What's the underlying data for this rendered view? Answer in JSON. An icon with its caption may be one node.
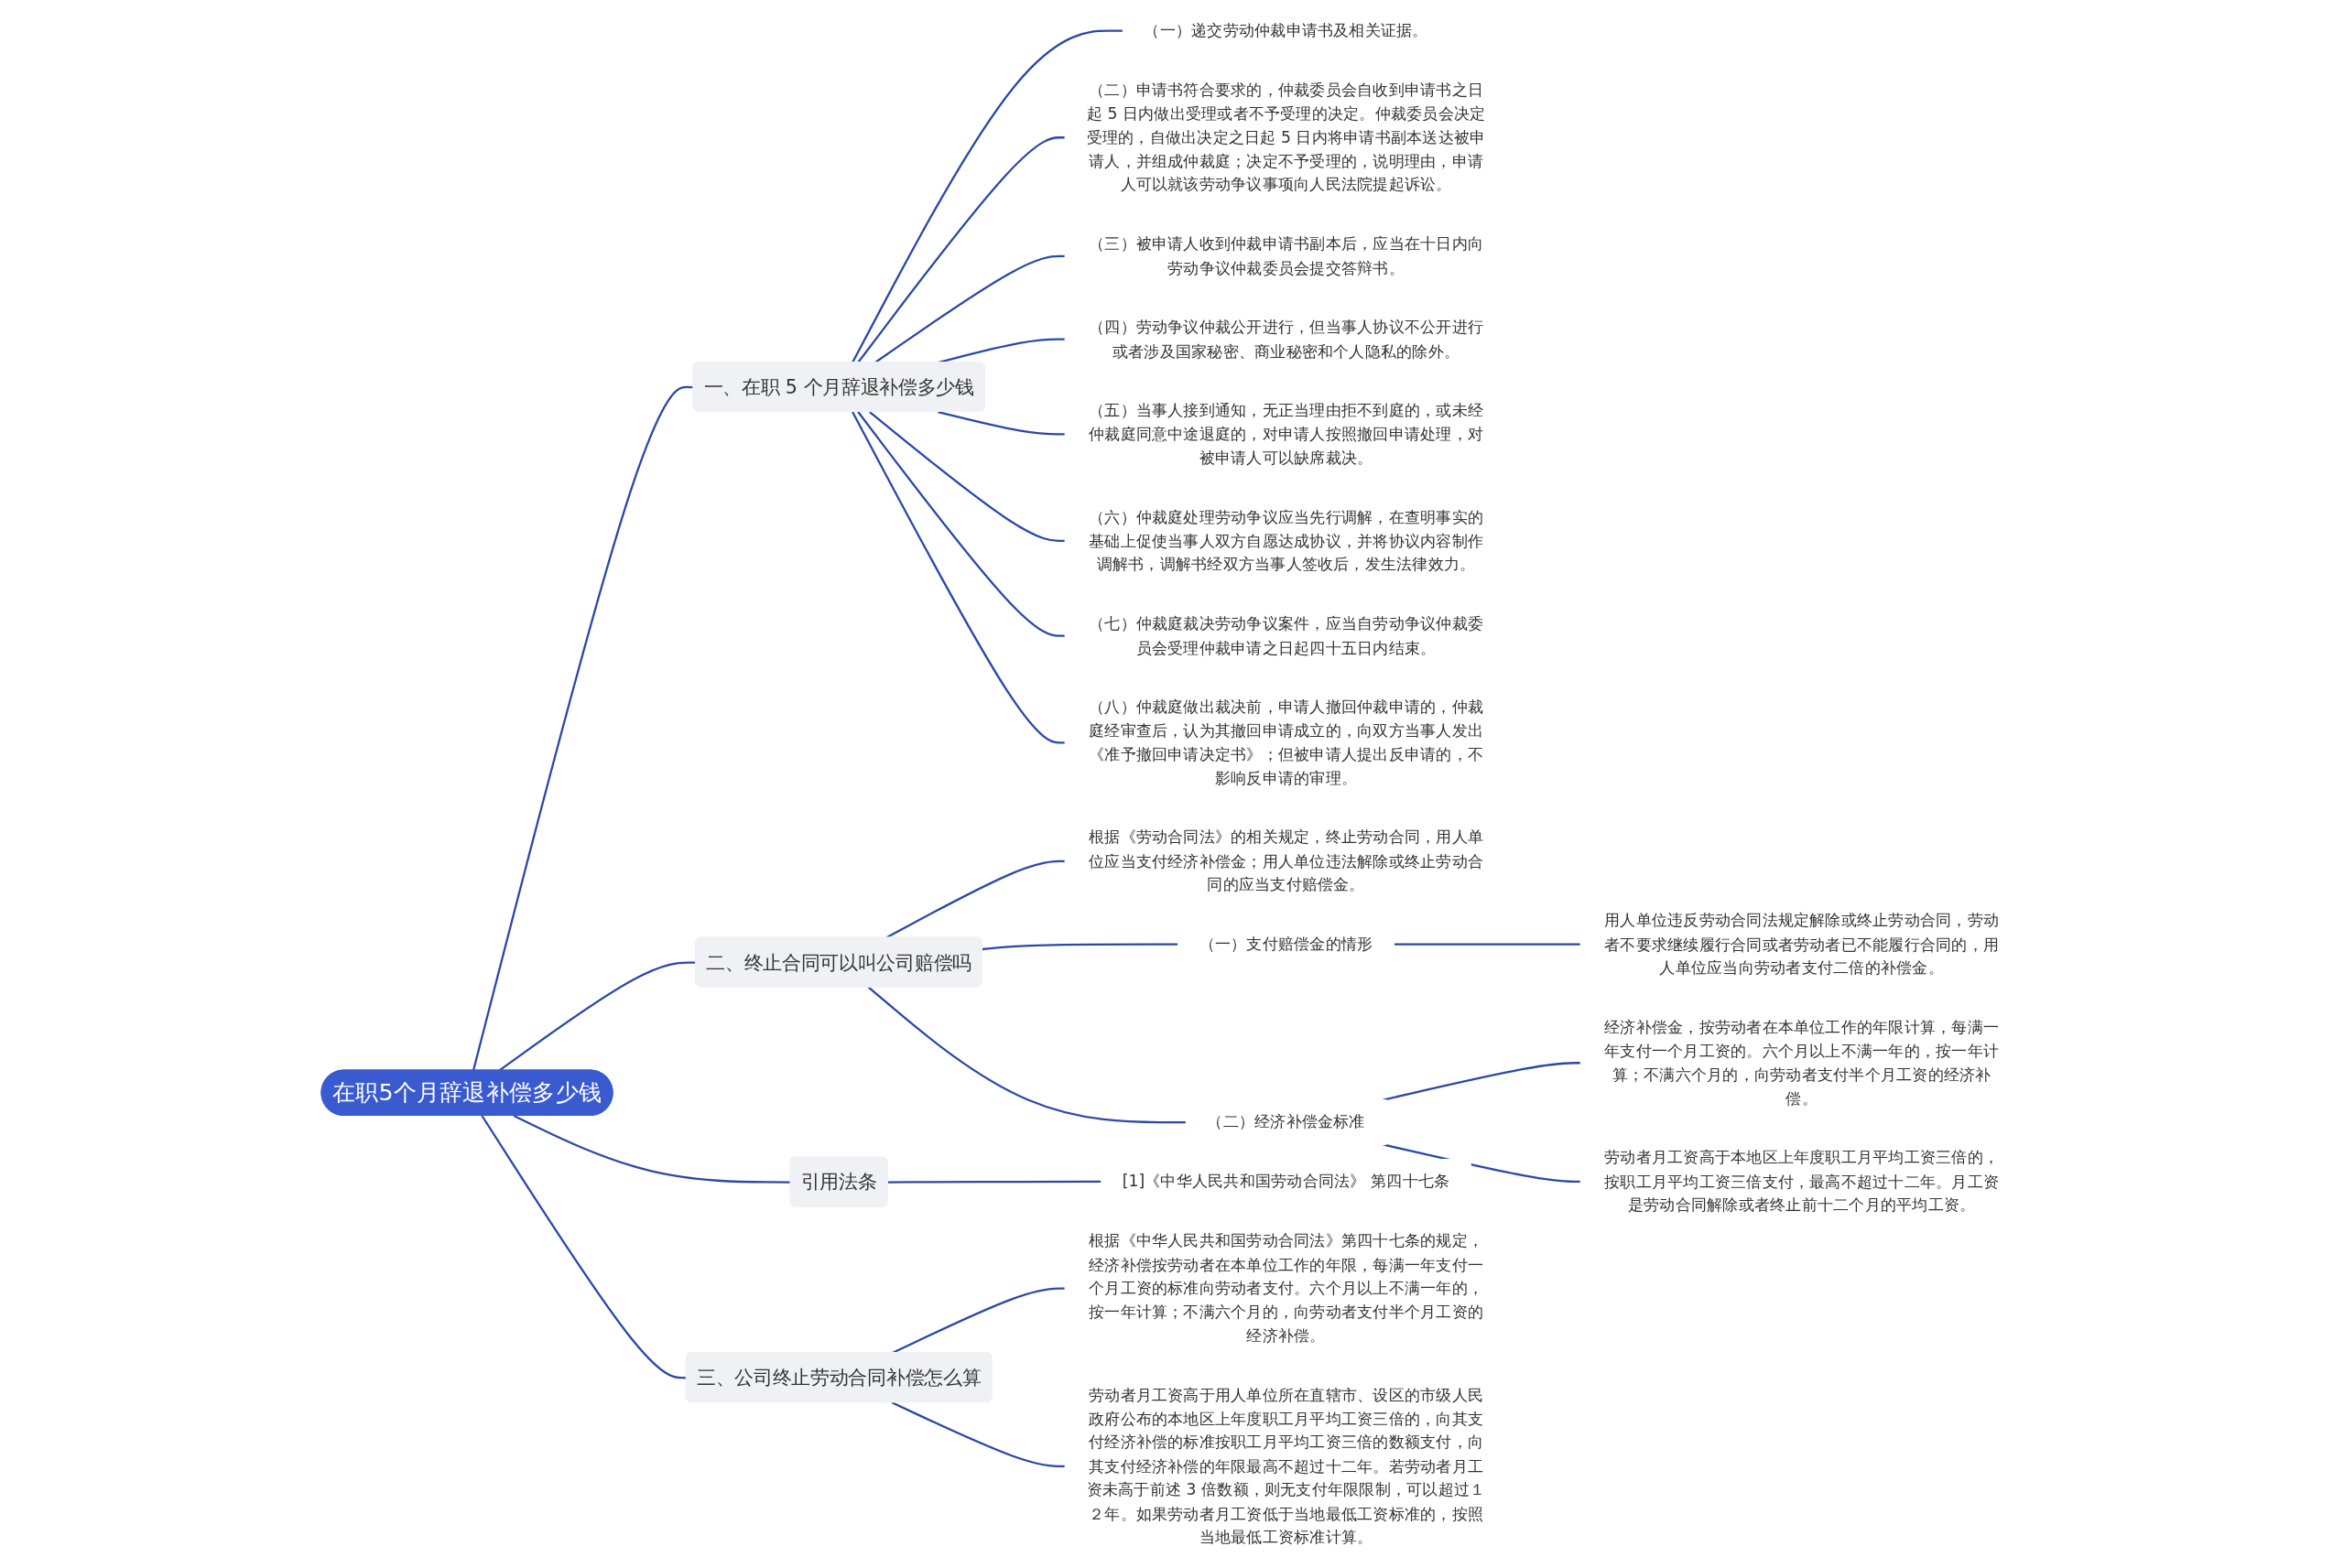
{
  "diagram": {
    "nodes": [
      {
        "text": [
          "在职5个月辞退补偿多少钱"
        ]
      },
      {
        "text": [
          "一、在职 5 个月辞退补偿多少钱"
        ]
      },
      {
        "text": [
          "（一）递交劳动仲裁申请书及相关证据。"
        ]
      },
      {
        "text": [
          "（二）申请书符合要求的，仲裁委员会自收到申请书之日起 5 日内做出受理或者不予受理的决定。仲裁委员会决定受理的，自做出决定之日起 5 日内将申请书副本送达被申请人，并组成仲裁庭；决定不予受理的，说明理由，申请人可以就该劳动争议事项向人民法院提起诉讼。"
        ]
      },
      {
        "text": [
          "（三）被申请人收到仲裁申请书副本后，应当在十日内向劳动争议仲裁委员会提交答辩书。"
        ]
      },
      {
        "text": [
          "（四）劳动争议仲裁公开进行，但当事人协议不公开进行或者涉及国家秘密、商业秘密和个人隐私的除外。"
        ]
      },
      {
        "text": [
          "（五）当事人接到通知，无正当理由拒不到庭的，或未经仲裁庭同意中途退庭的，对申请人按照撤回申请处理，对被申请人可以缺席裁决。"
        ]
      },
      {
        "text": [
          "（六）仲裁庭处理劳动争议应当先行调解，在查明事实的基础上促使当事人双方自愿达成协议，并将协议内容制作调解书，调解书经双方当事人签收后，发生法律效力。"
        ]
      },
      {
        "text": [
          "（七）仲裁庭裁决劳动争议案件，应当自劳动争议仲裁委员会受理仲裁申请之日起四十五日内结束。"
        ]
      },
      {
        "text": [
          "（八）仲裁庭做出裁决前，申请人撤回仲裁申请的，仲裁庭经审查后，认为其撤回申请成立的，向双方当事人发出《准予撤回申请决定书》；但被申请人提出反申请的，不影响反申请的审理。"
        ]
      },
      {
        "text": [
          "二、终止合同可以叫公司赔偿吗"
        ]
      },
      {
        "text": [
          "根据《劳动合同法》的相关规定，终止劳动合同，用人单位应当支付经济补偿金；用人单位违法解除或终止劳动合同的应当支付赔偿金。"
        ]
      },
      {
        "text": [
          "（一）支付赔偿金的情形"
        ]
      },
      {
        "text": [
          "用人单位违反劳动合同法规定解除或终止劳动合同，劳动者不要求继续履行合同或者劳动者已不能履行合同的，用人单位应当向劳动者支付二倍的补偿金。"
        ]
      },
      {
        "text": [
          "（二）经济补偿金标准"
        ]
      },
      {
        "text": [
          "经济补偿金，按劳动者在本单位工作的年限计算，每满一年支付一个月工资的。六个月以上不满一年的，按一年计算；不满六个月的，向劳动者支付半个月工资的经济补偿。"
        ]
      },
      {
        "text": [
          "劳动者月工资高于本地区上年度职工月平均工资三倍的，按职工月平均工资三倍支付，最高不超过十二年。月工资是劳动合同解除或者终止前十二个月的平均工资。"
        ]
      },
      {
        "text": [
          "引用法条"
        ]
      },
      {
        "text": [
          "[1]《中华人民共和国劳动合同法》 第四十七条"
        ]
      },
      {
        "text": [
          "三、公司终止劳动合同补偿怎么算"
        ]
      },
      {
        "text": [
          "根据《中华人民共和国劳动合同法》第四十七条的规定，经济补偿按劳动者在本单位工作的年限，每满一年支付一个月工资的标准向劳动者支付。六个月以上不满一年的，按一年计算；不满六个月的，向劳动者支付半个月工资的经济补偿。"
        ]
      },
      {
        "text": [
          "劳动者月工资高于用人单位所在直辖市、设区的市级人民政府公布的本地区上年度职工月平均工资三倍的，向其支付经济补偿的标准按职工月平均工资三倍的数额支付，向其支付经济补偿的年限最高不超过十二年。若劳动者月工资未高于前述 3 倍数额，则无支付年限限制，可以超过１２年。如果劳动者月工资低于当地最低工资标准的，按照当地最低工资标准计算。"
        ]
      }
    ],
    "edges": [
      {
        "from": 0,
        "to": 1,
        "arrow": "none"
      },
      {
        "from": 1,
        "to": 2,
        "arrow": "none"
      },
      {
        "from": 1,
        "to": 3,
        "arrow": "none"
      },
      {
        "from": 1,
        "to": 4,
        "arrow": "none"
      },
      {
        "from": 1,
        "to": 5,
        "arrow": "none"
      },
      {
        "from": 1,
        "to": 6,
        "arrow": "none"
      },
      {
        "from": 1,
        "to": 7,
        "arrow": "none"
      },
      {
        "from": 1,
        "to": 8,
        "arrow": "none"
      },
      {
        "from": 1,
        "to": 9,
        "arrow": "none"
      },
      {
        "from": 0,
        "to": 10,
        "arrow": "none"
      },
      {
        "from": 10,
        "to": 11,
        "arrow": "none"
      },
      {
        "from": 10,
        "to": 12,
        "arrow": "none"
      },
      {
        "from": 12,
        "to": 13,
        "arrow": "none"
      },
      {
        "from": 10,
        "to": 14,
        "arrow": "none"
      },
      {
        "from": 14,
        "to": 15,
        "arrow": "none"
      },
      {
        "from": 14,
        "to": 16,
        "arrow": "none"
      },
      {
        "from": 0,
        "to": 17,
        "arrow": "none"
      },
      {
        "from": 17,
        "to": 18,
        "arrow": "none"
      },
      {
        "from": 0,
        "to": 19,
        "arrow": "none"
      },
      {
        "from": 19,
        "to": 20,
        "arrow": "none"
      },
      {
        "from": 19,
        "to": 21,
        "arrow": "none"
      }
    ]
  }
}
